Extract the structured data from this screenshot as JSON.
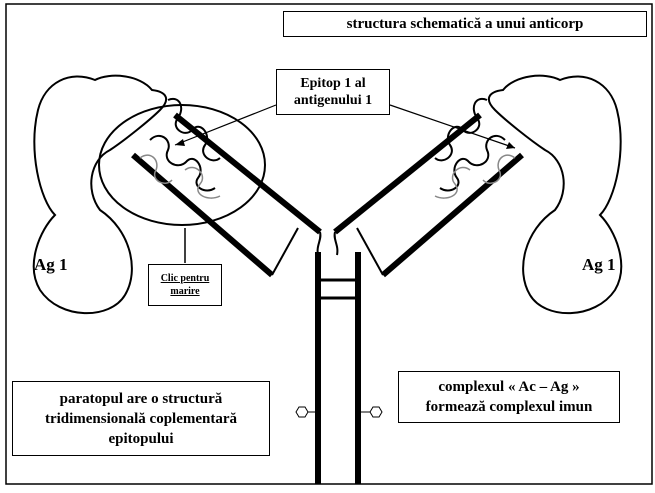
{
  "title": "structura schematică a unui anticorp",
  "epitope_label": [
    "Epitop 1 al",
    "antigenului 1"
  ],
  "antigen_left": "Ag 1",
  "antigen_right": "Ag 1",
  "zoom_link": [
    "Clic pentru",
    "marire"
  ],
  "paratope_note": [
    "paratopul are o structură",
    "tridimensională coplementară",
    "epitopului"
  ],
  "complex_note": [
    "complexul « Ac – Ag »",
    "formează complexul imun"
  ]
}
